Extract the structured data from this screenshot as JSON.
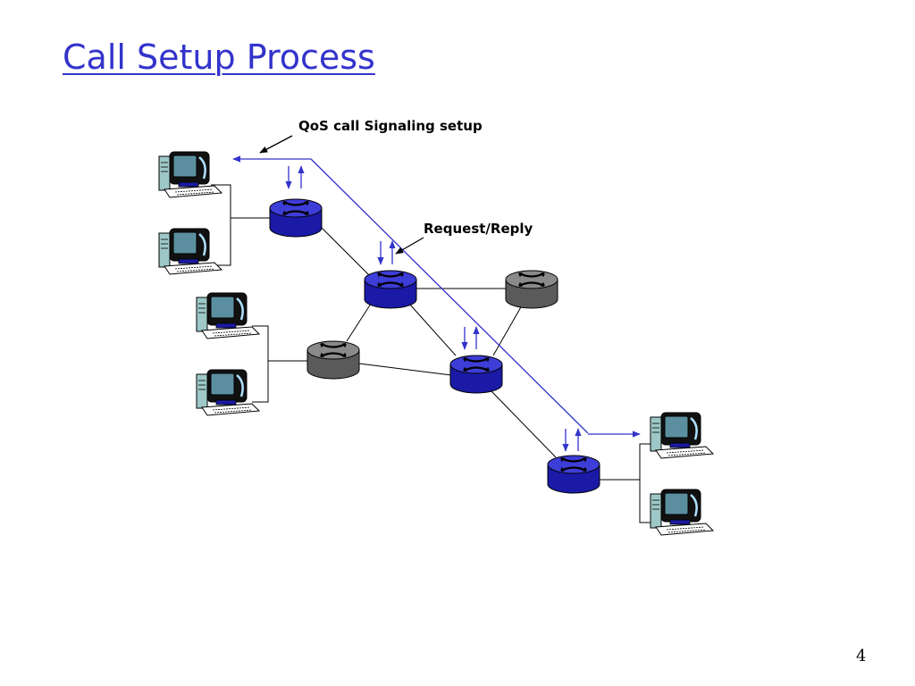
{
  "slide": {
    "title": "Call Setup Process",
    "page_number": "4"
  },
  "labels": {
    "signaling": "QoS call Signaling setup",
    "request_reply": "Request/Reply"
  },
  "colors": {
    "title": "#3333cc",
    "signal_path": "#3333cc",
    "router_active": "#2626c4",
    "router_inactive": "#6e6e6e",
    "link": "#000000"
  },
  "network": {
    "routers": [
      {
        "id": "r1",
        "state": "active",
        "icon": "router-icon"
      },
      {
        "id": "r2",
        "state": "active",
        "icon": "router-icon"
      },
      {
        "id": "r3",
        "state": "inactive",
        "icon": "router-icon"
      },
      {
        "id": "r4",
        "state": "inactive",
        "icon": "router-icon"
      },
      {
        "id": "r5",
        "state": "active",
        "icon": "router-icon"
      },
      {
        "id": "r6",
        "state": "active",
        "icon": "router-icon"
      }
    ],
    "hosts": [
      {
        "id": "h1",
        "icon": "computer-icon"
      },
      {
        "id": "h2",
        "icon": "computer-icon"
      },
      {
        "id": "h3",
        "icon": "computer-icon"
      },
      {
        "id": "h4",
        "icon": "computer-icon"
      },
      {
        "id": "h5",
        "icon": "computer-icon"
      },
      {
        "id": "h6",
        "icon": "computer-icon"
      }
    ]
  }
}
